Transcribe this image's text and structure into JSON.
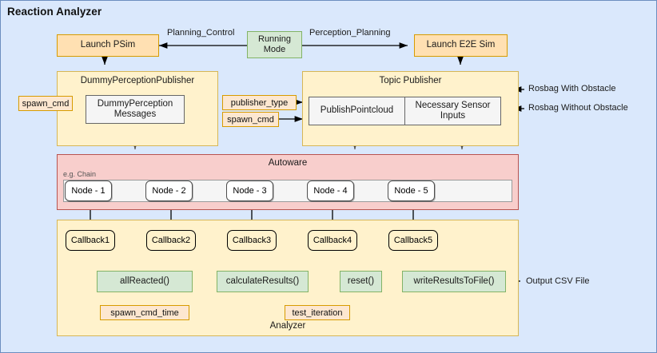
{
  "title": "Reaction Analyzer",
  "colors": {
    "background": "#dae8fc",
    "background_border": "#6c8ebf",
    "orange_fill": "#ffe0b2",
    "orange_stroke": "#d79b00",
    "panel_fill": "#fff2cc",
    "panel_stroke": "#d6b656",
    "green_fill": "#d5e8d4",
    "green_stroke": "#82b366",
    "red_fill": "#f8cecc",
    "red_stroke": "#b85450",
    "gray_fill": "#f5f5f5",
    "gray_stroke": "#666666"
  },
  "top_row": {
    "launch_psim": "Launch PSim",
    "running_mode": "Running\nMode",
    "running_mode_line1": "Running",
    "running_mode_line2": "Mode",
    "launch_e2e": "Launch E2E Sim",
    "edge_left": "Planning_Control",
    "edge_right": "Perception_Planning"
  },
  "dummy_perception": {
    "panel_title": "DummyPerceptionPublisher",
    "inner_line1": "DummyPerception",
    "inner_line2": "Messages",
    "param_spawn_cmd": "spawn_cmd"
  },
  "topic_publisher": {
    "panel_title": "Topic Publisher",
    "inner_left": "PublishPointcloud",
    "inner_right_line1": "Necessary Sensor",
    "inner_right_line2": "Inputs",
    "param_publisher_type": "publisher_type",
    "param_spawn_cmd": "spawn_cmd",
    "external_1": "Rosbag With Obstacle",
    "external_2": "Rosbag Without Obstacle"
  },
  "autoware": {
    "panel_title": "Autoware",
    "chain_label": "e.g. Chain",
    "nodes": [
      "Node - 1",
      "Node - 2",
      "Node - 3",
      "Node - 4",
      "Node - 5"
    ]
  },
  "analyzer": {
    "panel_title": "Analyzer",
    "callbacks": [
      "Callback1",
      "Callback2",
      "Callback3",
      "Callback4",
      "Callback5"
    ],
    "functions": [
      "allReacted()",
      "calculateResults()",
      "reset()",
      "writeResultsToFile()"
    ],
    "param_spawn_cmd_time": "spawn_cmd_time",
    "param_test_iteration": "test_iteration",
    "output_label": "Output CSV File"
  }
}
